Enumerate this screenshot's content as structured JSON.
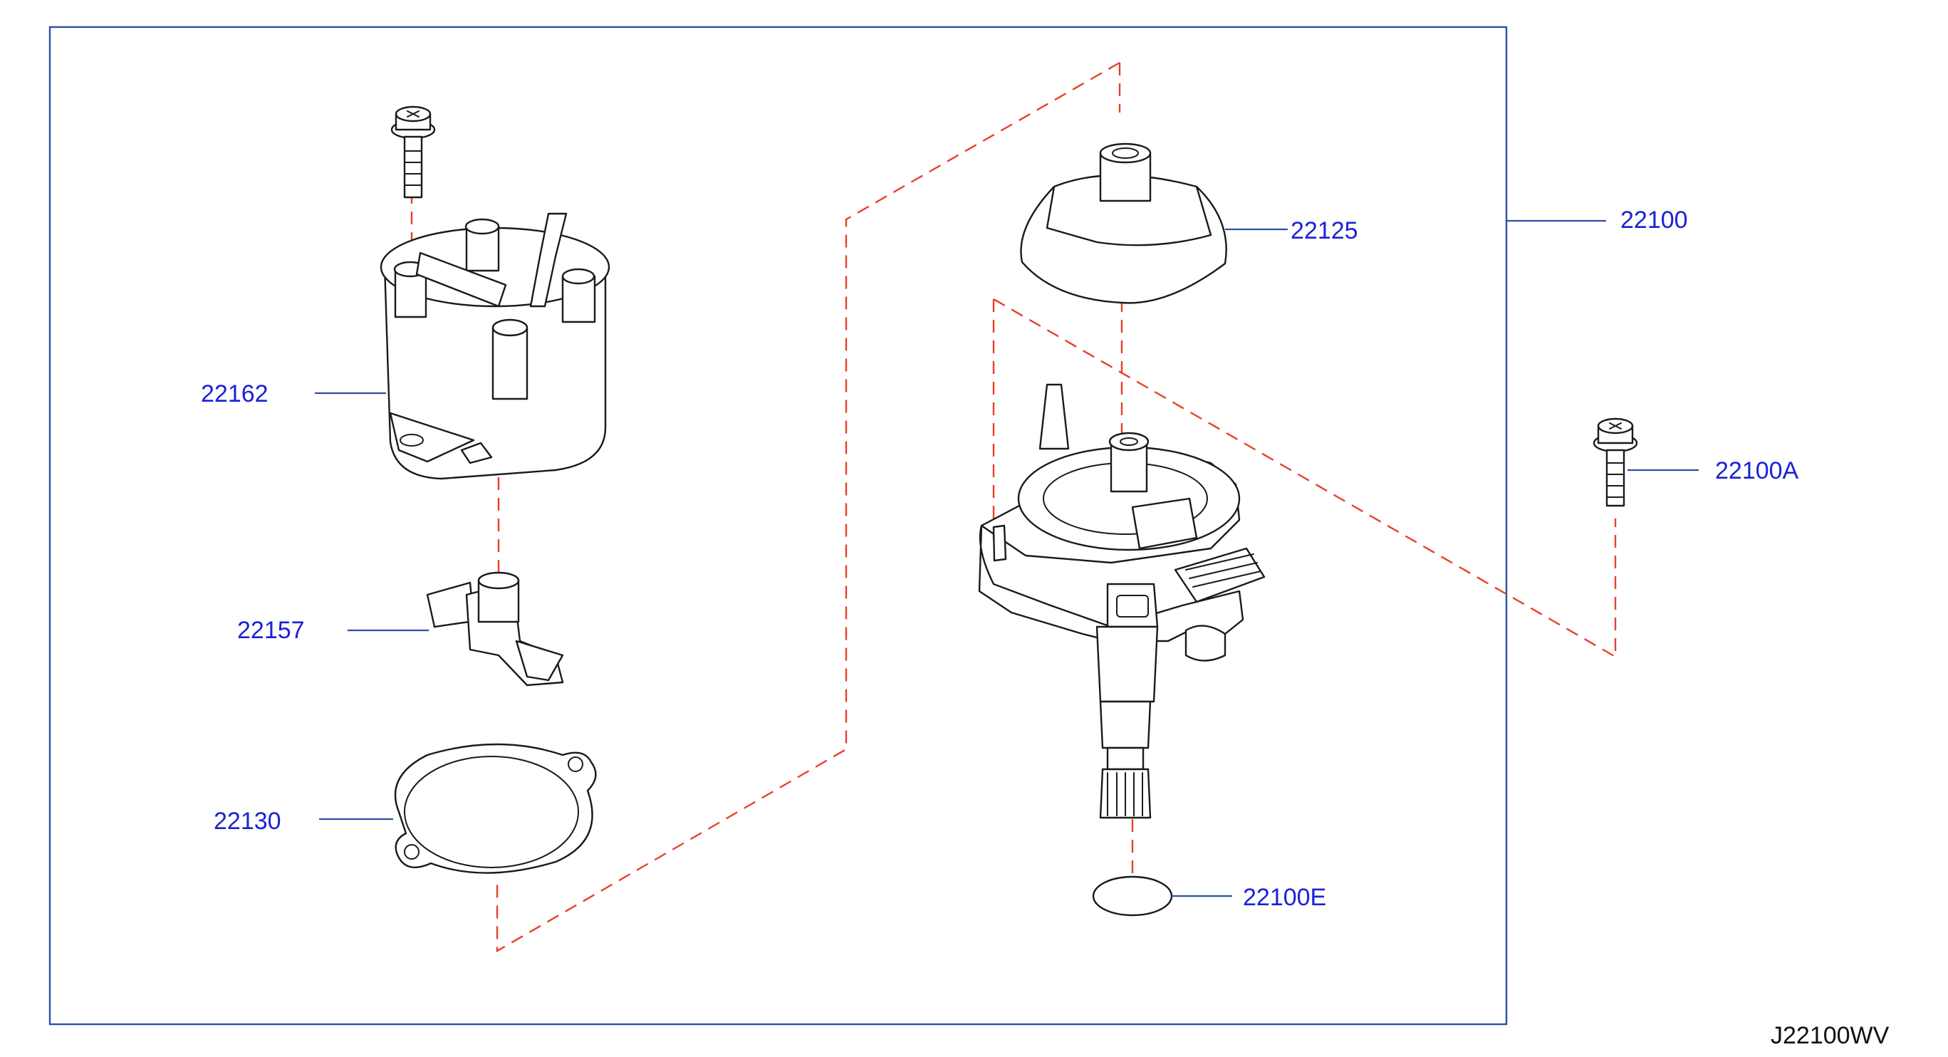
{
  "parts": {
    "p22100": "22100",
    "p22125": "22125",
    "p22162": "22162",
    "p22157": "22157",
    "p22130": "22130",
    "p22100A": "22100A",
    "p22100E": "22100E"
  },
  "diagram_code": "J22100WV",
  "colors": {
    "label": "#1a22d6",
    "leader": "#2b4fa8",
    "phantom_line": "#e8402a",
    "outline": "#1a1a1a"
  }
}
